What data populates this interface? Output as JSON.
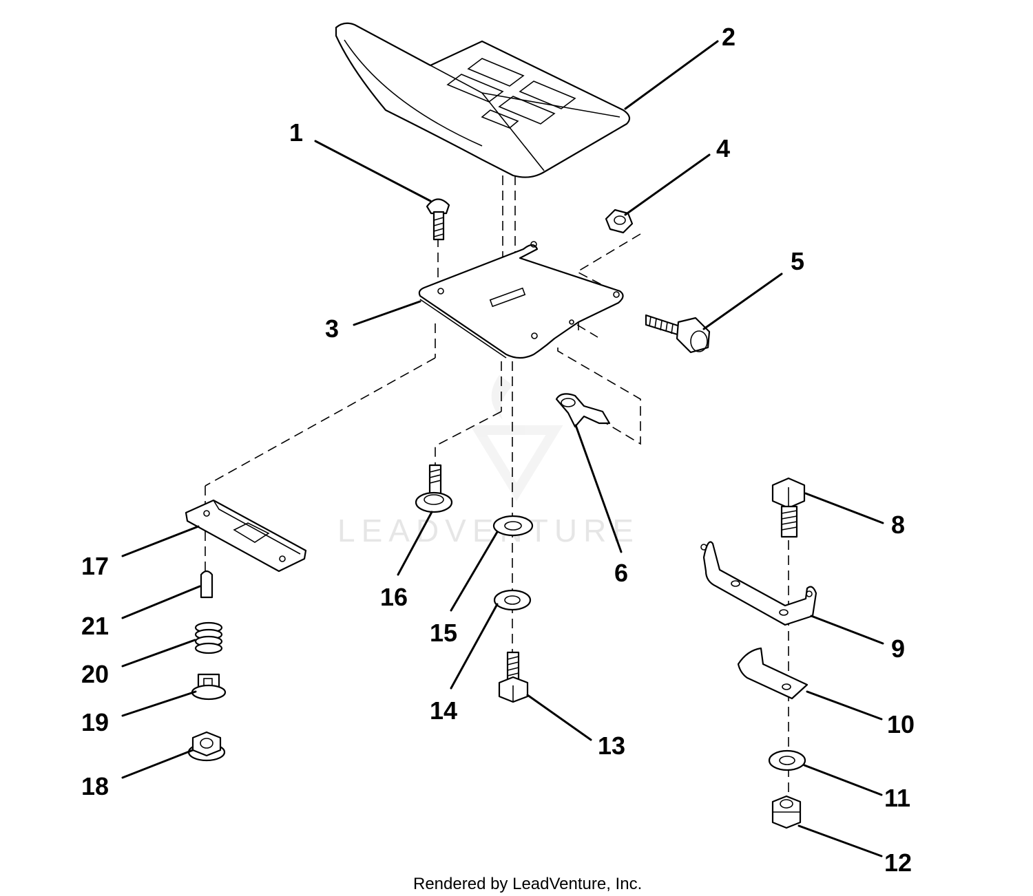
{
  "parts": [
    {
      "id": "1",
      "label": "1"
    },
    {
      "id": "2",
      "label": "2"
    },
    {
      "id": "3",
      "label": "3"
    },
    {
      "id": "4",
      "label": "4"
    },
    {
      "id": "5",
      "label": "5"
    },
    {
      "id": "6",
      "label": "6"
    },
    {
      "id": "8",
      "label": "8"
    },
    {
      "id": "9",
      "label": "9"
    },
    {
      "id": "10",
      "label": "10"
    },
    {
      "id": "11",
      "label": "11"
    },
    {
      "id": "12",
      "label": "12"
    },
    {
      "id": "13",
      "label": "13"
    },
    {
      "id": "14",
      "label": "14"
    },
    {
      "id": "15",
      "label": "15"
    },
    {
      "id": "16",
      "label": "16"
    },
    {
      "id": "17",
      "label": "17"
    },
    {
      "id": "18",
      "label": "18"
    },
    {
      "id": "19",
      "label": "19"
    },
    {
      "id": "20",
      "label": "20"
    },
    {
      "id": "21",
      "label": "21"
    }
  ],
  "watermark": "LEADVENTURE",
  "credit": "Rendered by LeadVenture, Inc."
}
